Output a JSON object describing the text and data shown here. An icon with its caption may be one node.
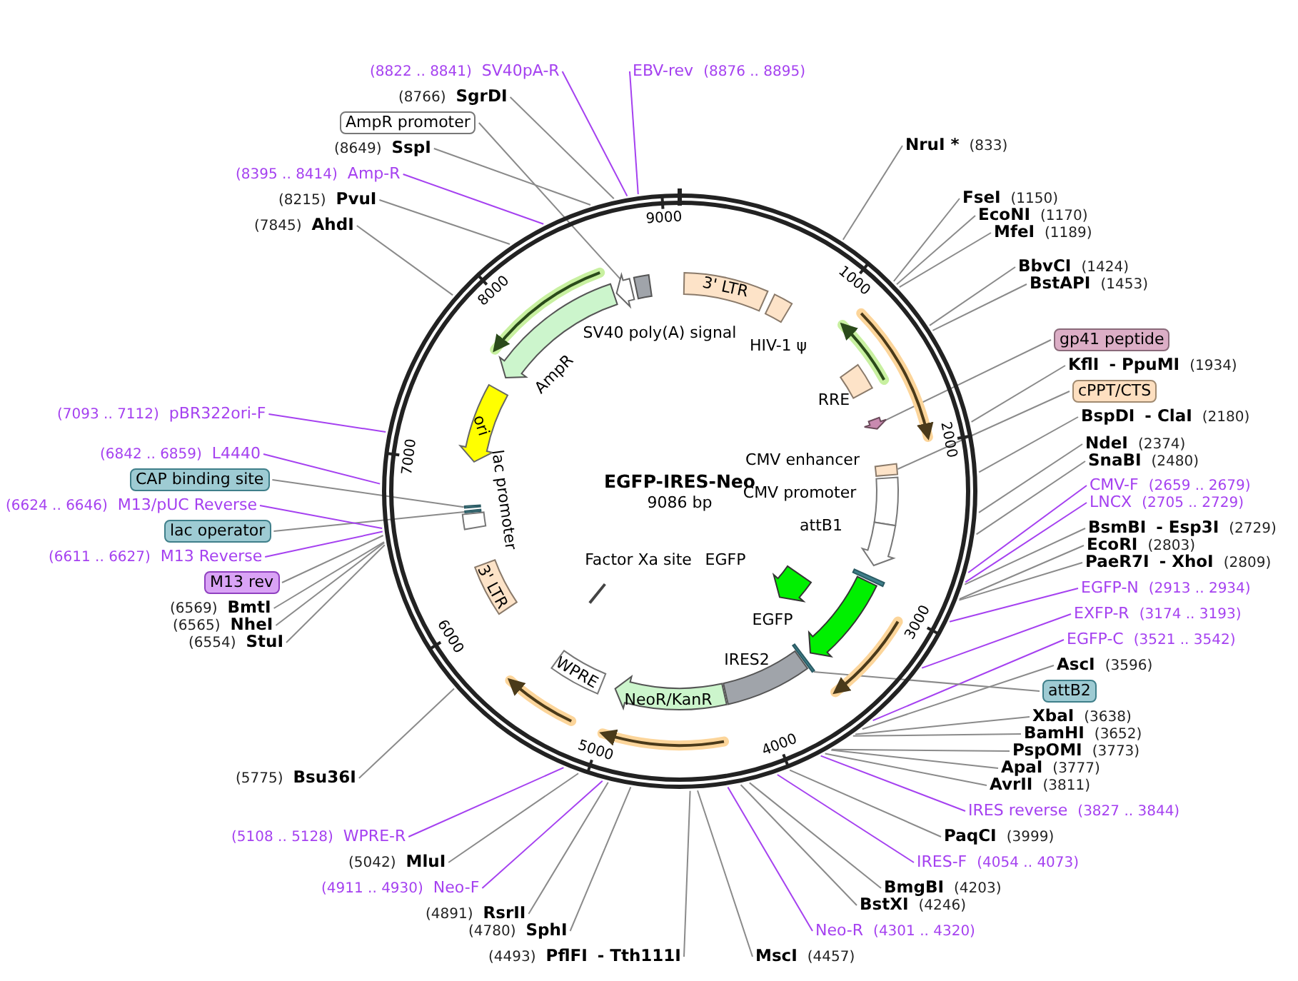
{
  "diagram": {
    "title": "EGFP-IRES-Neo",
    "nodes": [
      {
        "text": [
          "NruI *",
          "(833)"
        ]
      },
      {
        "text": [
          "FseI",
          "(1150)"
        ]
      },
      {
        "text": [
          "EcoNI",
          "(1170)"
        ]
      },
      {
        "text": [
          "MfeI",
          "(1189)"
        ]
      },
      {
        "text": [
          "BbvCI",
          "(1424)"
        ]
      },
      {
        "text": [
          "BstAPI",
          "(1453)"
        ]
      },
      {
        "text": [
          "gp41 peptide"
        ]
      },
      {
        "text": [
          "KflI",
          "- PpuMI",
          "(1934)"
        ]
      },
      {
        "text": [
          "cPPT/CTS"
        ]
      },
      {
        "text": [
          "BspDI",
          "- ClaI",
          "(2180)"
        ]
      },
      {
        "text": [
          "NdeI",
          "(2374)"
        ]
      },
      {
        "text": [
          "SnaBI",
          "(2480)"
        ]
      },
      {
        "text": [
          "CMV-F",
          "(2659 .. 2679)"
        ]
      },
      {
        "text": [
          "LNCX",
          "(2705 .. 2729)"
        ]
      },
      {
        "text": [
          "BsmBI",
          "- Esp3I",
          "(2729)"
        ]
      },
      {
        "text": [
          "EcoRI",
          "(2803)"
        ]
      },
      {
        "text": [
          "PaeR7I",
          "- XhoI",
          "(2809)"
        ]
      },
      {
        "text": [
          "EGFP-N",
          "(2913 .. 2934)"
        ]
      },
      {
        "text": [
          "EXFP-R",
          "(3174 .. 3193)"
        ]
      },
      {
        "text": [
          "EGFP-C",
          "(3521 .. 3542)"
        ]
      },
      {
        "text": [
          "AscI",
          "(3596)"
        ]
      },
      {
        "text": [
          "attB2"
        ]
      },
      {
        "text": [
          "XbaI",
          "(3638)"
        ]
      },
      {
        "text": [
          "BamHI",
          "(3652)"
        ]
      },
      {
        "text": [
          "PspOMI",
          "(3773)"
        ]
      },
      {
        "text": [
          "ApaI",
          "(3777)"
        ]
      },
      {
        "text": [
          "AvrII",
          "(3811)"
        ]
      },
      {
        "text": [
          "IRES reverse",
          "(3827 .. 3844)"
        ]
      },
      {
        "text": [
          "PaqCI",
          "(3999)"
        ]
      },
      {
        "text": [
          "IRES-F",
          "(4054 .. 4073)"
        ]
      },
      {
        "text": [
          "BmgBI",
          "(4203)"
        ]
      },
      {
        "text": [
          "BstXI",
          "(4246)"
        ]
      },
      {
        "text": [
          "Neo-R",
          "(4301 .. 4320)"
        ]
      },
      {
        "text": [
          "MscI",
          "(4457)"
        ]
      },
      {
        "text": [
          "(4493)",
          "PflFI",
          "- Tth111I"
        ]
      },
      {
        "text": [
          "(4780)",
          "SphI"
        ]
      },
      {
        "text": [
          "(4891)",
          "RsrII"
        ]
      },
      {
        "text": [
          "(4911 .. 4930)",
          "Neo-F"
        ]
      },
      {
        "text": [
          "(5042)",
          "MluI"
        ]
      },
      {
        "text": [
          "(5108 .. 5128)",
          "WPRE-R"
        ]
      },
      {
        "text": [
          "(5775)",
          "Bsu36I"
        ]
      },
      {
        "text": [
          "(6554)",
          "StuI"
        ]
      },
      {
        "text": [
          "(6565)",
          "NheI"
        ]
      },
      {
        "text": [
          "(6569)",
          "BmtI"
        ]
      },
      {
        "text": [
          "M13 rev"
        ]
      },
      {
        "text": [
          "(6611 .. 6627)",
          "M13 Reverse"
        ]
      },
      {
        "text": [
          "lac operator"
        ]
      },
      {
        "text": [
          "(6624 .. 6646)",
          "M13/pUC Reverse"
        ]
      },
      {
        "text": [
          "CAP binding site"
        ]
      },
      {
        "text": [
          "(6842 .. 6859)",
          "L4440"
        ]
      },
      {
        "text": [
          "(7093 .. 7112)",
          "pBR322ori-F"
        ]
      },
      {
        "text": [
          "(7845)",
          "AhdI"
        ]
      },
      {
        "text": [
          "(8215)",
          "PvuI"
        ]
      },
      {
        "text": [
          "(8395 .. 8414)",
          "Amp-R"
        ]
      },
      {
        "text": [
          "(8649)",
          "SspI"
        ]
      },
      {
        "text": [
          "AmpR promoter"
        ]
      },
      {
        "text": [
          "(8766)",
          "SgrDI"
        ]
      },
      {
        "text": [
          "(8822 .. 8841)",
          "SV40pA-R"
        ]
      },
      {
        "text": [
          "EBV-rev",
          "(8876 .. 8895)"
        ]
      },
      {
        "text": [
          "3' LTR"
        ]
      },
      {
        "text": [
          "HIV-1 ψ"
        ]
      },
      {
        "text": [
          "RRE"
        ]
      },
      {
        "text": [
          "CMV enhancer"
        ]
      },
      {
        "text": [
          "CMV promoter"
        ]
      },
      {
        "text": [
          "attB1"
        ]
      },
      {
        "text": [
          "EGFP"
        ]
      },
      {
        "text": [
          "EGFP"
        ]
      },
      {
        "text": [
          "IRES2"
        ]
      },
      {
        "text": [
          "NeoR/KanR"
        ]
      },
      {
        "text": [
          "WPRE"
        ]
      },
      {
        "text": [
          "Factor Xa site"
        ]
      },
      {
        "text": [
          "3' LTR"
        ]
      },
      {
        "text": [
          "lac promoter"
        ]
      },
      {
        "text": [
          "ori"
        ]
      },
      {
        "text": [
          "AmpR"
        ]
      },
      {
        "text": [
          "SV40 poly(A) signal"
        ]
      },
      {
        "text": [],
        "shape": "arrow"
      },
      {
        "text": [],
        "shape": "box"
      },
      {
        "text": [],
        "shape": "bar"
      },
      {
        "text": [],
        "shape": "bar"
      },
      {
        "text": [],
        "shape": "bar"
      },
      {
        "text": [],
        "shape": "arrow"
      }
    ],
    "edges": [
      {
        "from": 0,
        "to": null,
        "arrow": "none"
      },
      {
        "from": 1,
        "to": null,
        "arrow": "none"
      },
      {
        "from": 2,
        "to": null,
        "arrow": "none"
      },
      {
        "from": 3,
        "to": null,
        "arrow": "none"
      },
      {
        "from": 4,
        "to": null,
        "arrow": "none"
      },
      {
        "from": 5,
        "to": null,
        "arrow": "none"
      },
      {
        "from": 6,
        "to": 76,
        "arrow": "none"
      },
      {
        "from": 7,
        "to": null,
        "arrow": "none"
      },
      {
        "from": 8,
        "to": 77,
        "arrow": "none"
      },
      {
        "from": 9,
        "to": null,
        "arrow": "none"
      },
      {
        "from": 10,
        "to": null,
        "arrow": "none"
      },
      {
        "from": 11,
        "to": null,
        "arrow": "none"
      },
      {
        "from": 12,
        "to": null,
        "arrow": "none",
        "color": "#a541f0"
      },
      {
        "from": 13,
        "to": null,
        "arrow": "none",
        "color": "#a541f0"
      },
      {
        "from": 14,
        "to": null,
        "arrow": "none"
      },
      {
        "from": 15,
        "to": null,
        "arrow": "none"
      },
      {
        "from": 16,
        "to": null,
        "arrow": "none"
      },
      {
        "from": 17,
        "to": null,
        "arrow": "none",
        "color": "#a541f0"
      },
      {
        "from": 18,
        "to": null,
        "arrow": "none",
        "color": "#a541f0"
      },
      {
        "from": 19,
        "to": null,
        "arrow": "none",
        "color": "#a541f0"
      },
      {
        "from": 20,
        "to": null,
        "arrow": "none"
      },
      {
        "from": 21,
        "to": 78,
        "arrow": "none"
      },
      {
        "from": 22,
        "to": null,
        "arrow": "none"
      },
      {
        "from": 23,
        "to": null,
        "arrow": "none"
      },
      {
        "from": 24,
        "to": null,
        "arrow": "none"
      },
      {
        "from": 25,
        "to": null,
        "arrow": "none"
      },
      {
        "from": 26,
        "to": null,
        "arrow": "none"
      },
      {
        "from": 27,
        "to": null,
        "arrow": "none",
        "color": "#a541f0"
      },
      {
        "from": 28,
        "to": null,
        "arrow": "none"
      },
      {
        "from": 29,
        "to": null,
        "arrow": "none",
        "color": "#a541f0"
      },
      {
        "from": 30,
        "to": null,
        "arrow": "none"
      },
      {
        "from": 31,
        "to": null,
        "arrow": "none"
      },
      {
        "from": 32,
        "to": null,
        "arrow": "none",
        "color": "#a541f0"
      },
      {
        "from": 33,
        "to": null,
        "arrow": "none"
      },
      {
        "from": 34,
        "to": null,
        "arrow": "none"
      },
      {
        "from": 35,
        "to": null,
        "arrow": "none"
      },
      {
        "from": 36,
        "to": null,
        "arrow": "none"
      },
      {
        "from": 37,
        "to": null,
        "arrow": "none",
        "color": "#a541f0"
      },
      {
        "from": 38,
        "to": null,
        "arrow": "none"
      },
      {
        "from": 39,
        "to": null,
        "arrow": "none",
        "color": "#a541f0"
      },
      {
        "from": 40,
        "to": null,
        "arrow": "none"
      },
      {
        "from": 41,
        "to": null,
        "arrow": "none"
      },
      {
        "from": 42,
        "to": null,
        "arrow": "none"
      },
      {
        "from": 43,
        "to": null,
        "arrow": "none"
      },
      {
        "from": 44,
        "to": null,
        "arrow": "none"
      },
      {
        "from": 45,
        "to": null,
        "arrow": "none",
        "color": "#a541f0"
      },
      {
        "from": 46,
        "to": 79,
        "arrow": "none"
      },
      {
        "from": 47,
        "to": null,
        "arrow": "none",
        "color": "#a541f0"
      },
      {
        "from": 48,
        "to": 80,
        "arrow": "none"
      },
      {
        "from": 49,
        "to": null,
        "arrow": "none",
        "color": "#a541f0"
      },
      {
        "from": 50,
        "to": null,
        "arrow": "none",
        "color": "#a541f0"
      },
      {
        "from": 51,
        "to": null,
        "arrow": "none"
      },
      {
        "from": 52,
        "to": null,
        "arrow": "none"
      },
      {
        "from": 53,
        "to": null,
        "arrow": "none",
        "color": "#a541f0"
      },
      {
        "from": 54,
        "to": null,
        "arrow": "none"
      },
      {
        "from": 55,
        "to": 81,
        "arrow": "none"
      },
      {
        "from": 56,
        "to": null,
        "arrow": "none"
      },
      {
        "from": 57,
        "to": null,
        "arrow": "none",
        "color": "#a541f0"
      },
      {
        "from": 58,
        "to": null,
        "arrow": "none",
        "color": "#a541f0"
      }
    ],
    "labels": [
      "9086 bp",
      "1000",
      "2000",
      "3000",
      "4000",
      "5000",
      "6000",
      "7000",
      "8000",
      "9000"
    ]
  }
}
